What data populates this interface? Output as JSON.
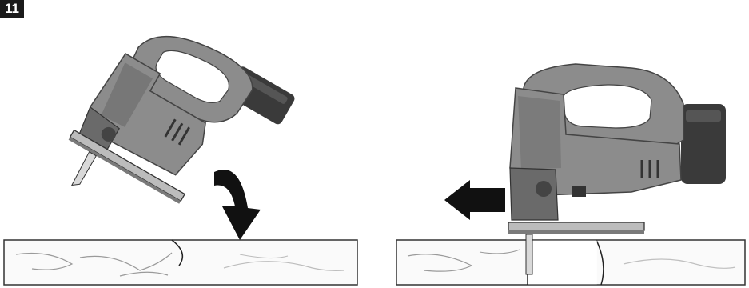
{
  "figure": {
    "number": "11"
  },
  "illustrations": [
    {
      "name": "jigsaw-tilted-plunge",
      "arrow": "curved-down"
    },
    {
      "name": "jigsaw-upright-cutting",
      "arrow": "left"
    }
  ],
  "colors": {
    "body": "#8c8c8c",
    "body_dark": "#5a5a5a",
    "battery": "#3a3a3a",
    "arrow": "#111111",
    "board_stroke": "#333333",
    "wood_grain": "#9a9a9a"
  }
}
